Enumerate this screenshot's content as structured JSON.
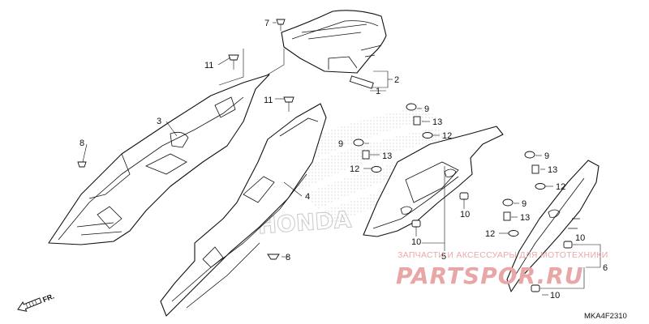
{
  "diagram": {
    "callouts": {
      "c1": "1",
      "c2": "2",
      "c3": "3",
      "c4": "4",
      "c5": "5",
      "c6": "6",
      "c7": "7",
      "c8a": "8",
      "c8b": "8",
      "c9a": "9",
      "c9b": "9",
      "c9c": "9",
      "c9d": "9",
      "c10a": "10",
      "c10b": "10",
      "c10c": "10",
      "c10d": "10",
      "c11a": "11",
      "c11b": "11",
      "c12a": "12",
      "c12b": "12",
      "c12c": "12",
      "c12d": "12",
      "c13a": "13",
      "c13b": "13",
      "c13c": "13",
      "c13d": "13"
    },
    "front_indicator": "FR.",
    "diagram_code": "MKA4F2310",
    "watermark_caption": "ЗАПЧАСТИ И АКСЕССУАРЫ ДЛЯ МОТОТЕХНИКИ",
    "watermark_logo": "PARTSPOR.RU",
    "background_mark": "HONDA"
  }
}
